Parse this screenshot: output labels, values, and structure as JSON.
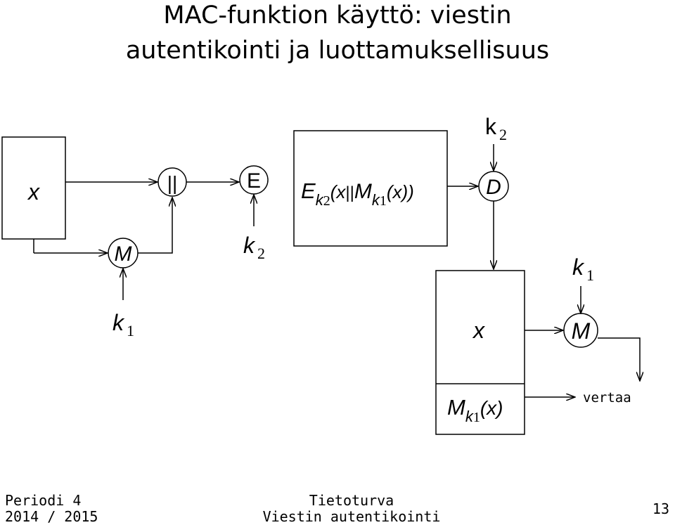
{
  "slide": {
    "title_line1": "MAC-funktion käyttö: viestin",
    "title_line2": "autentikointi  ja luottamuksellisuus"
  },
  "diagram": {
    "x_left": "x",
    "concat": "||",
    "e_node": "E",
    "d_node": "D",
    "m_left": "M",
    "m_right": "M",
    "k": "k",
    "k1_sub": "1",
    "k2_sub": "2",
    "cipher": {
      "E": "E",
      "k": "k",
      "k2_sub": "2",
      "open": "(x",
      "bars": "||",
      "M": "M",
      "k1_sub": "1",
      "close": "(x))"
    },
    "x_right": "x",
    "mac": {
      "M": "M",
      "k": "k",
      "sub": "1",
      "arg": "(x)"
    },
    "compare": "vertaa"
  },
  "footer": {
    "left_line1": "Periodi 4",
    "left_line2": "2014 / 2015",
    "center_line1": "Tietoturva",
    "center_line2": "Viestin autentikointi",
    "page": "13"
  }
}
